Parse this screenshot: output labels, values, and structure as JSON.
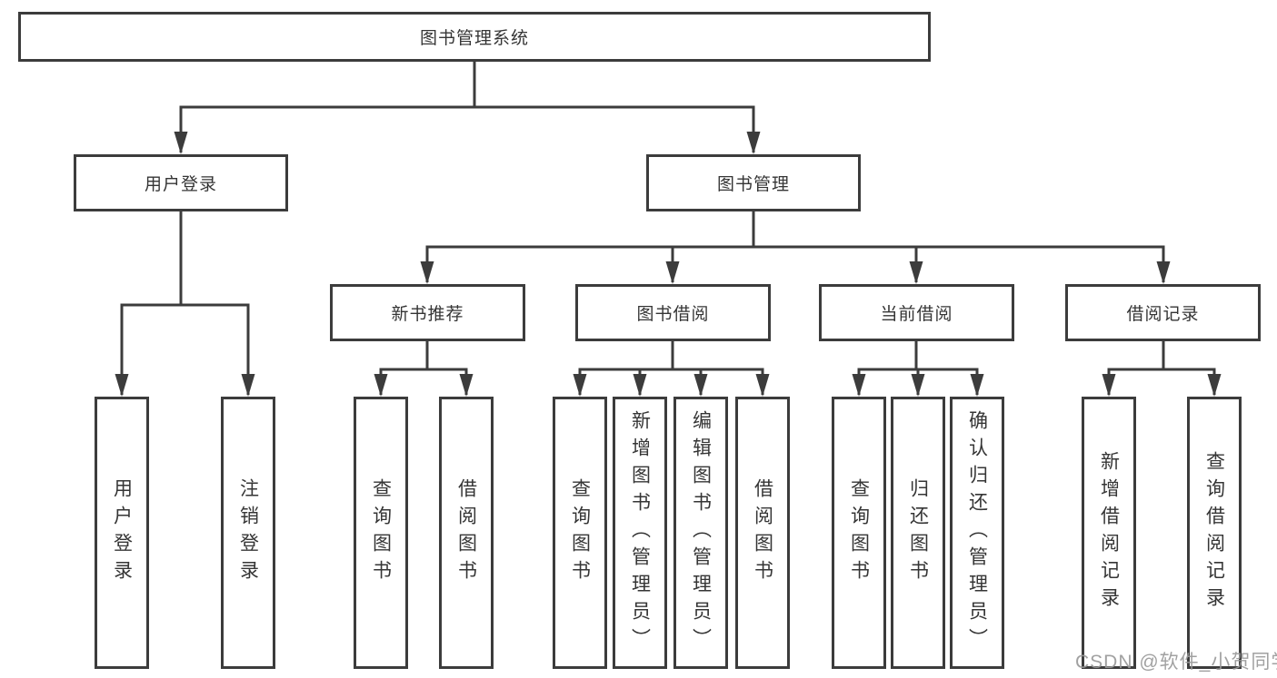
{
  "diagram": {
    "root": {
      "label": "图书管理系统",
      "children": [
        {
          "label": "用户登录",
          "children": [
            {
              "label": "用户登录"
            },
            {
              "label": "注销登录"
            }
          ]
        },
        {
          "label": "图书管理",
          "children": [
            {
              "label": "新书推荐",
              "children": [
                {
                  "label": "查询图书"
                },
                {
                  "label": "借阅图书"
                }
              ]
            },
            {
              "label": "图书借阅",
              "children": [
                {
                  "label": "查询图书"
                },
                {
                  "label": "新增图书（管理员）"
                },
                {
                  "label": "编辑图书（管理员）"
                },
                {
                  "label": "借阅图书"
                }
              ]
            },
            {
              "label": "当前借阅",
              "children": [
                {
                  "label": "查询图书"
                },
                {
                  "label": "归还图书"
                },
                {
                  "label": "确认归还（管理员）"
                }
              ]
            },
            {
              "label": "借阅记录",
              "children": [
                {
                  "label": "新增借阅记录"
                },
                {
                  "label": "查询借阅记录"
                }
              ]
            }
          ]
        }
      ]
    }
  },
  "watermark": {
    "text": "CSDN @软件_小贺同学"
  },
  "colors": {
    "line": "#3c3c3c",
    "box_border": "#3c3c3c",
    "text": "#353535",
    "watermark": "#9a9a9a",
    "background": "#ffffff"
  }
}
